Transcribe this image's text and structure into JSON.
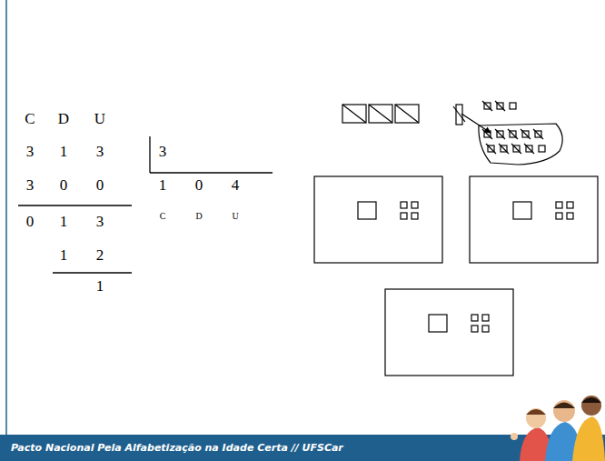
{
  "diagram": {
    "nodes": [
      {
        "text": [
          "Pacto Nacional Pela Alfabetização na Idade Certa // UFSCar"
        ]
      }
    ],
    "labels": [
      "C",
      "D",
      "U",
      "3",
      "1",
      "3",
      "3",
      "3",
      "0",
      "0",
      "1",
      "0",
      "4",
      "C",
      "D",
      "U",
      "0",
      "1",
      "3",
      "1",
      "2",
      "1"
    ]
  }
}
